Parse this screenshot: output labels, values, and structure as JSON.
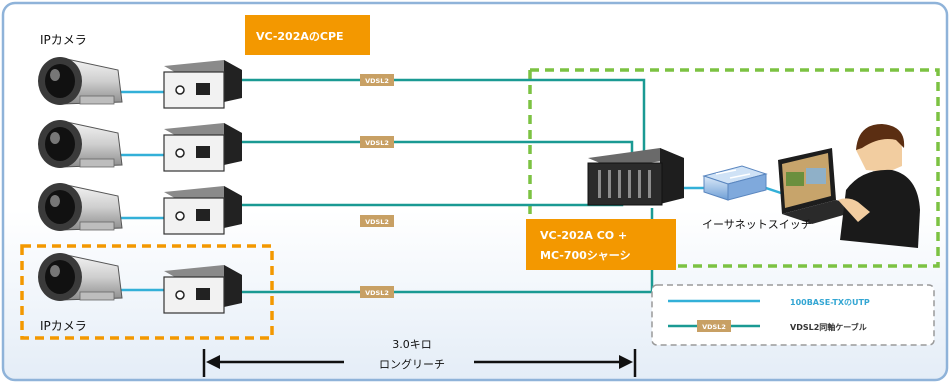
{
  "labels": {
    "ip_camera_top": "IPカメラ",
    "ip_camera_bottom": "IPカメラ",
    "cpe_box": "VC-202AのCPE",
    "co_box_line1": "VC-202A CO +",
    "co_box_line2": "MC-700シャーシ",
    "ethernet_switch": "イーサネットスイッチ",
    "vdsl_tag": "VDSL2",
    "distance_line1": "3.0キロ",
    "distance_line2": "ロングリーチ"
  },
  "legend": {
    "utp_label": "100BASE-TXのUTP",
    "coax_label": "VDSL2同軸ケーブル",
    "coax_tag": "VDSL2"
  },
  "colors": {
    "frame": "#8fb3d9",
    "background_gradient_bottom": "#e6eef7",
    "utp_line": "#33b0d8",
    "coax_line": "#1a9a93",
    "orange_box": "#f39800",
    "green_dash": "#7cc242",
    "orange_dash": "#f39800",
    "vdsl_tag": "#c8a064"
  }
}
